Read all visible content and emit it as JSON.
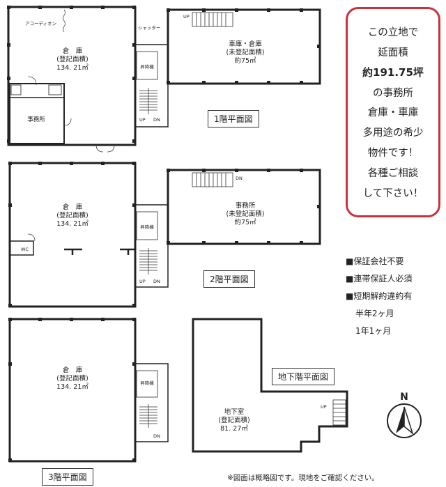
{
  "floor1": {
    "warehouse_name": "倉　庫",
    "warehouse_reg": "(登記面積)",
    "warehouse_area": "134. 21㎡",
    "accordion": "アコーディオン",
    "shutter": "シャッター",
    "elevator": "昇降機",
    "office": "事務所",
    "garage_name": "車庫・倉庫",
    "garage_reg": "(未登記面積)",
    "garage_area": "約75㎡",
    "stair_up": "UP",
    "stair_dn": "DN",
    "up_top": "UP",
    "title": "1階平面図"
  },
  "floor2": {
    "warehouse_name": "倉　庫",
    "warehouse_reg": "(登記面積)",
    "warehouse_area": "134. 21㎡",
    "wc": "WC",
    "elevator": "昇降機",
    "office_name": "事務所",
    "office_reg": "(未登記面積)",
    "office_area": "約75㎡",
    "dn_top": "DN",
    "stair_up": "UP",
    "stair_dn": "DN",
    "title": "2階平面図"
  },
  "floor3": {
    "warehouse_name": "倉　庫",
    "warehouse_reg": "(登記面積)",
    "warehouse_area": "134. 21㎡",
    "elevator": "昇降機",
    "stair_dn": "DN",
    "title": "3階平面図"
  },
  "basement": {
    "title": "地下階平面図",
    "room_name": "地下室",
    "room_reg": "(登記面積)",
    "room_area": "81. 27㎡",
    "stair_up": "UP"
  },
  "compass": {
    "label": "N"
  },
  "callout": {
    "lines": [
      "この立地で",
      "延面積",
      "約191.75坪",
      "の事務所",
      "倉庫・車庫",
      "多用途の希少",
      "物件です！",
      "各種ご相談",
      "して下さい！"
    ]
  },
  "notes": {
    "items": [
      "■保証会社不要",
      "■連帯保証人必須",
      "■短期解約違約有",
      "半年2ヶ月",
      "1年1ヶ月"
    ]
  },
  "caption": "※図面は概略図です。現地をご確認ください。"
}
